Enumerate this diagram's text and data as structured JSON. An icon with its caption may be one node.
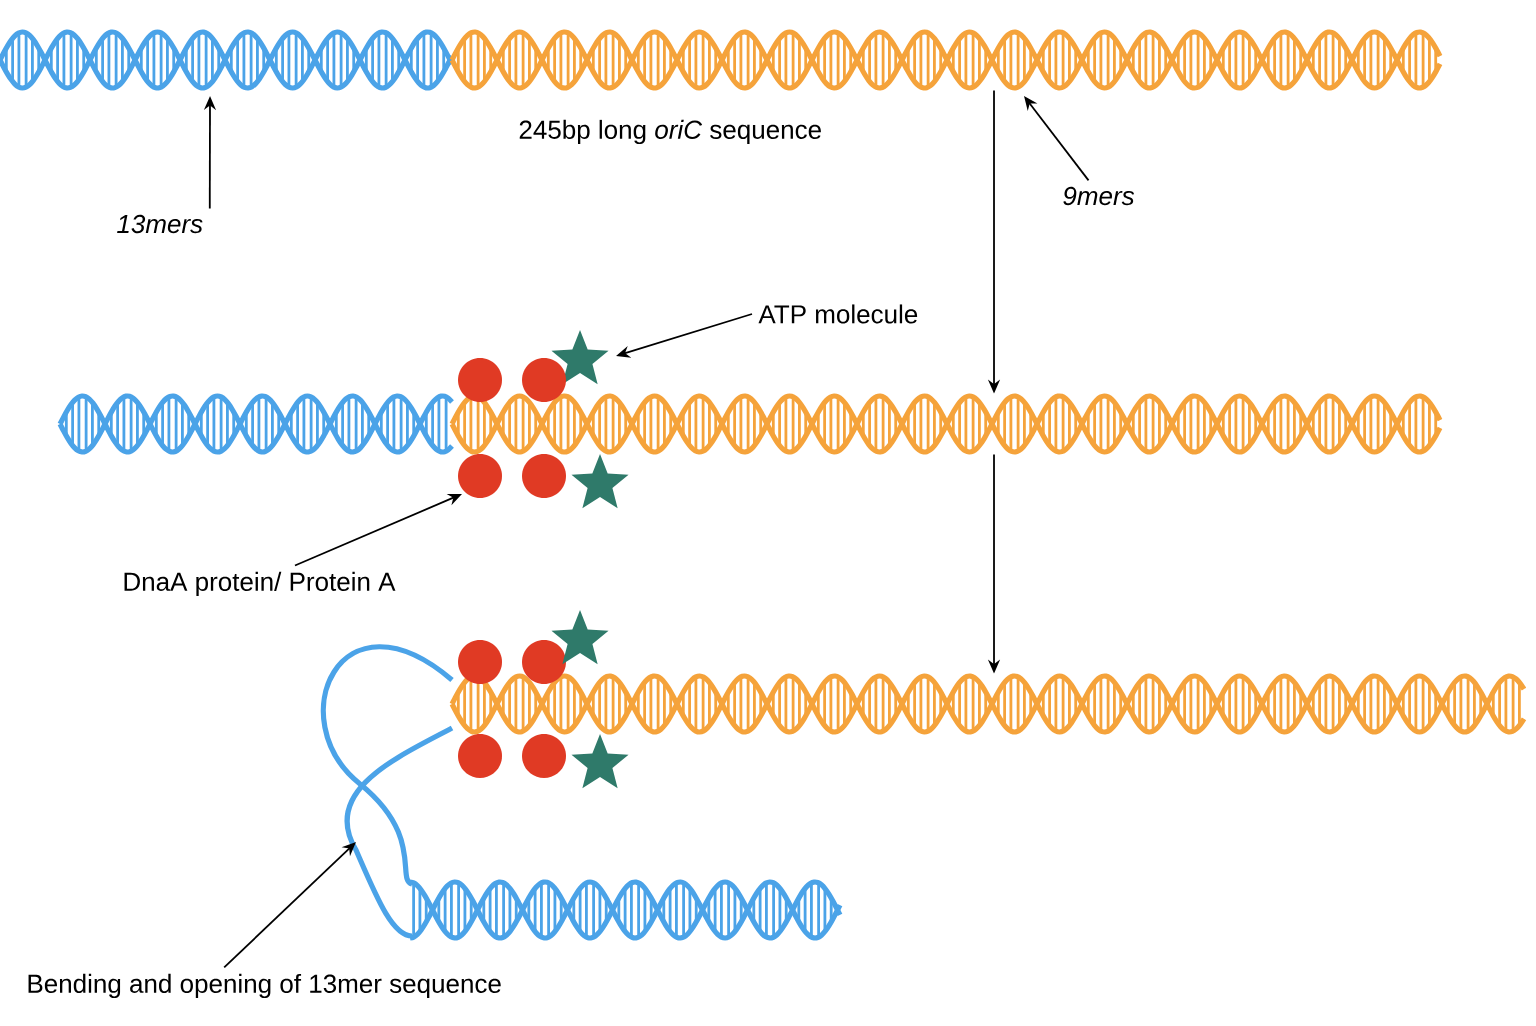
{
  "diagram": {
    "nodes": [
      {
        "text": [
          "13mers"
        ]
      },
      {
        "text": [],
        "shape": "picture"
      },
      {
        "text": [],
        "shape": "picture"
      },
      {
        "text": [
          "9mers"
        ]
      },
      {
        "text": [],
        "shape": "picture"
      },
      {
        "text": [
          "ATP molecule"
        ]
      },
      {
        "text": [],
        "shape": "star"
      },
      {
        "text": [
          "DnaA protein/ Protein A"
        ]
      },
      {
        "text": [],
        "shape": "circle"
      },
      {
        "text": [],
        "shape": "picture"
      },
      {
        "text": [
          "Bending and opening of 13mer sequence"
        ]
      },
      {
        "text": [],
        "shape": "picture"
      },
      {
        "text": [],
        "shape": "circle"
      },
      {
        "text": [],
        "shape": "circle"
      },
      {
        "text": [],
        "shape": "circle"
      },
      {
        "text": [],
        "shape": "star"
      },
      {
        "text": [],
        "shape": "circle"
      },
      {
        "text": [],
        "shape": "circle"
      },
      {
        "text": [],
        "shape": "circle"
      },
      {
        "text": [],
        "shape": "circle"
      },
      {
        "text": [],
        "shape": "star"
      },
      {
        "text": [],
        "shape": "star"
      }
    ],
    "edges": [
      {
        "from": 0,
        "to": 1,
        "arrow": "to"
      },
      {
        "from": 3,
        "to": 2,
        "arrow": "to"
      },
      {
        "from": 2,
        "to": 4,
        "arrow": "to"
      },
      {
        "from": 4,
        "to": 9,
        "arrow": "to"
      },
      {
        "from": 5,
        "to": 6,
        "arrow": "to"
      },
      {
        "from": 7,
        "to": 8,
        "arrow": "to"
      },
      {
        "from": 10,
        "to": 11,
        "arrow": "to"
      }
    ],
    "labels": [
      "245bp long *oriC* sequence"
    ]
  }
}
